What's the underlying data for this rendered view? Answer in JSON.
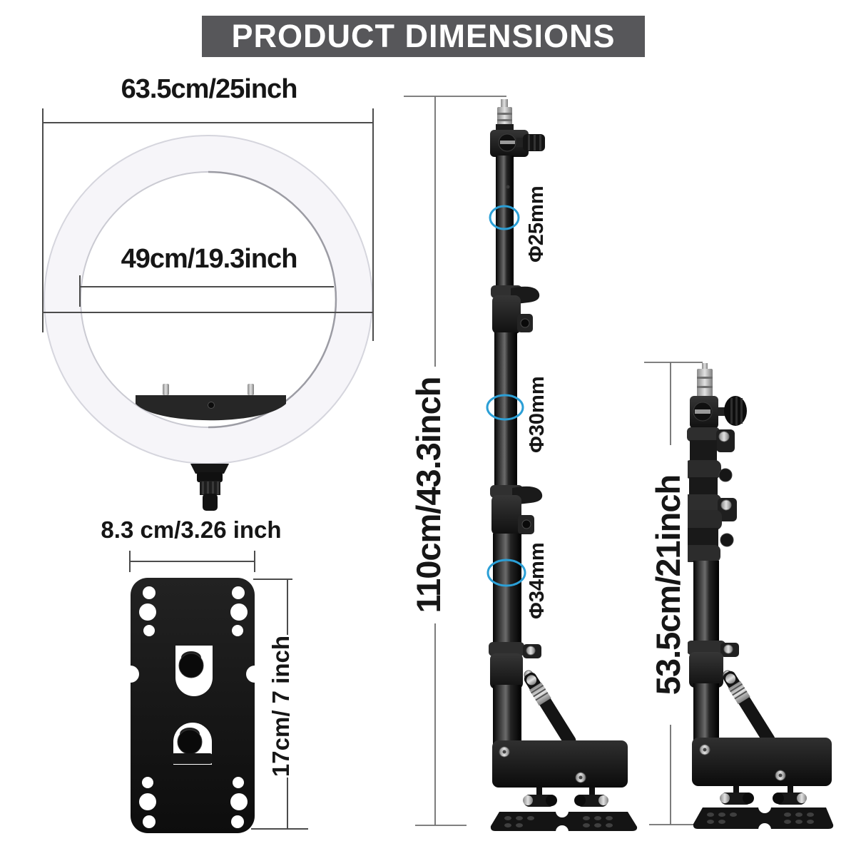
{
  "header": {
    "title": "PRODUCT DIMENSIONS",
    "bg_color": "#57575a",
    "text_color": "#ffffff"
  },
  "ring_light": {
    "outer_diameter_label": "63.5cm/25inch",
    "inner_diameter_label": "49cm/19.3inch"
  },
  "mount_plate": {
    "width_label": "8.3 cm/3.26 inch",
    "height_label": "17cm/ 7 inch"
  },
  "extended_stand": {
    "height_label": "110cm/43.3inch",
    "tube_diameters": [
      "Φ25mm",
      "Φ30mm",
      "Φ34mm"
    ],
    "highlight_color": "#2b9fd6"
  },
  "collapsed_stand": {
    "height_label": "53.5cm/21inch"
  }
}
